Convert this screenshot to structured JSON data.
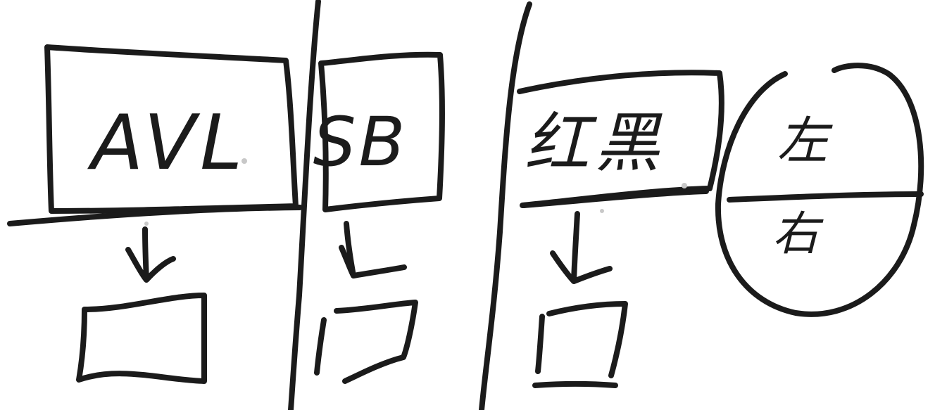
{
  "diagram": {
    "panels": [
      {
        "id": "panel-avl",
        "node_label": "AVL"
      },
      {
        "id": "panel-sb",
        "node_label": "SB"
      },
      {
        "id": "panel-rb",
        "node_label": "红黑"
      }
    ],
    "circle_note": {
      "top": "左",
      "bottom": "右"
    }
  }
}
